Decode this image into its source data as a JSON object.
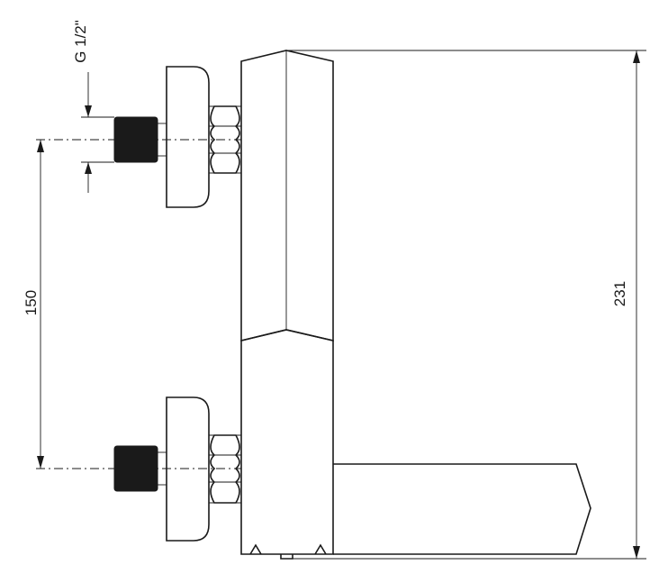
{
  "dimensions": {
    "thread_size": "G 1/2\"",
    "connection_spacing": "150",
    "overall_height": "231"
  }
}
